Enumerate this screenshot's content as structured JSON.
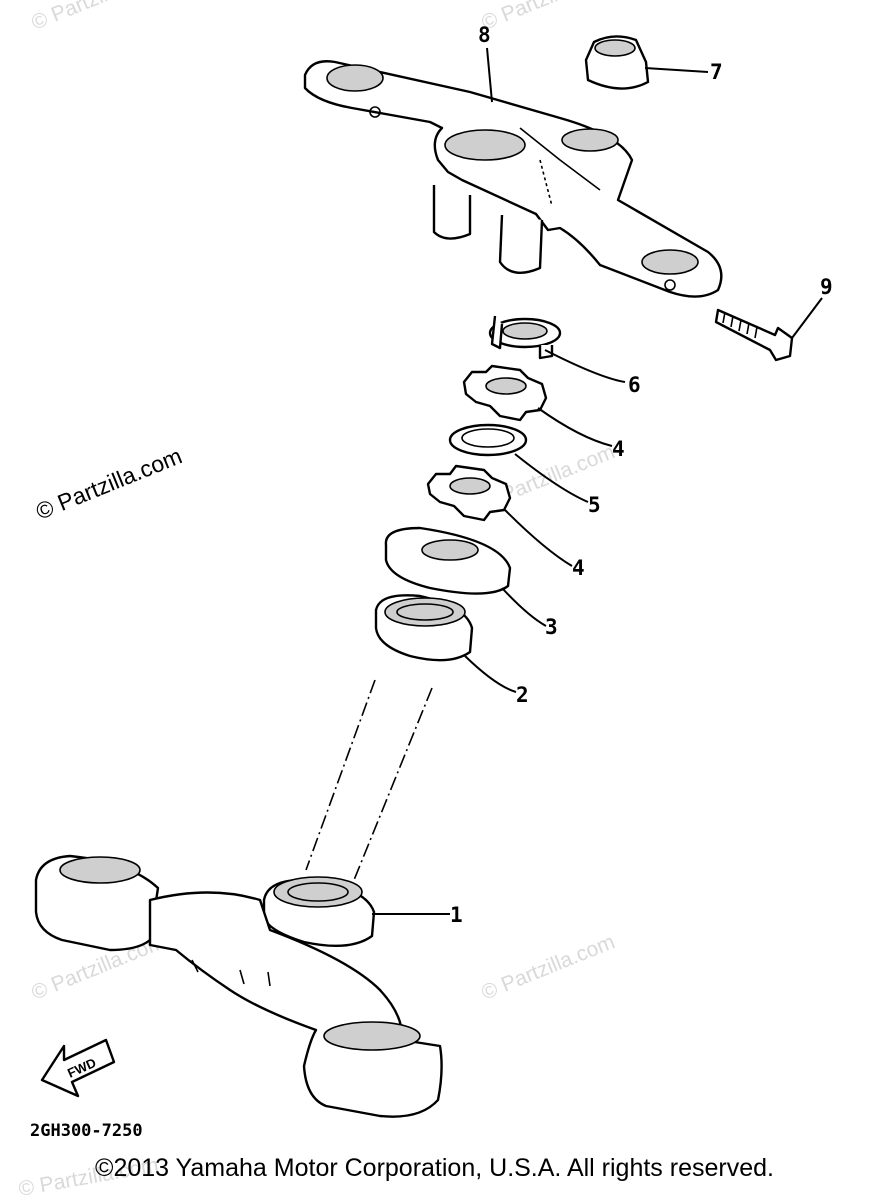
{
  "diagram": {
    "callouts": [
      "8",
      "7",
      "9",
      "6",
      "4",
      "5",
      "4",
      "3",
      "2",
      "1"
    ],
    "fwd_label": "FWD",
    "drawing_code": "2GH300-7250"
  },
  "watermarks": [
    "© Partzilla.com",
    "© Partzilla.com",
    "© Partzilla.com",
    "© Partzilla.com",
    "© Partzilla.com",
    "© Partzilla.com",
    "© Partzilla.com"
  ],
  "footer": {
    "copyright": "©2013 Yamaha Motor Corporation, U.S.A. All rights reserved."
  }
}
